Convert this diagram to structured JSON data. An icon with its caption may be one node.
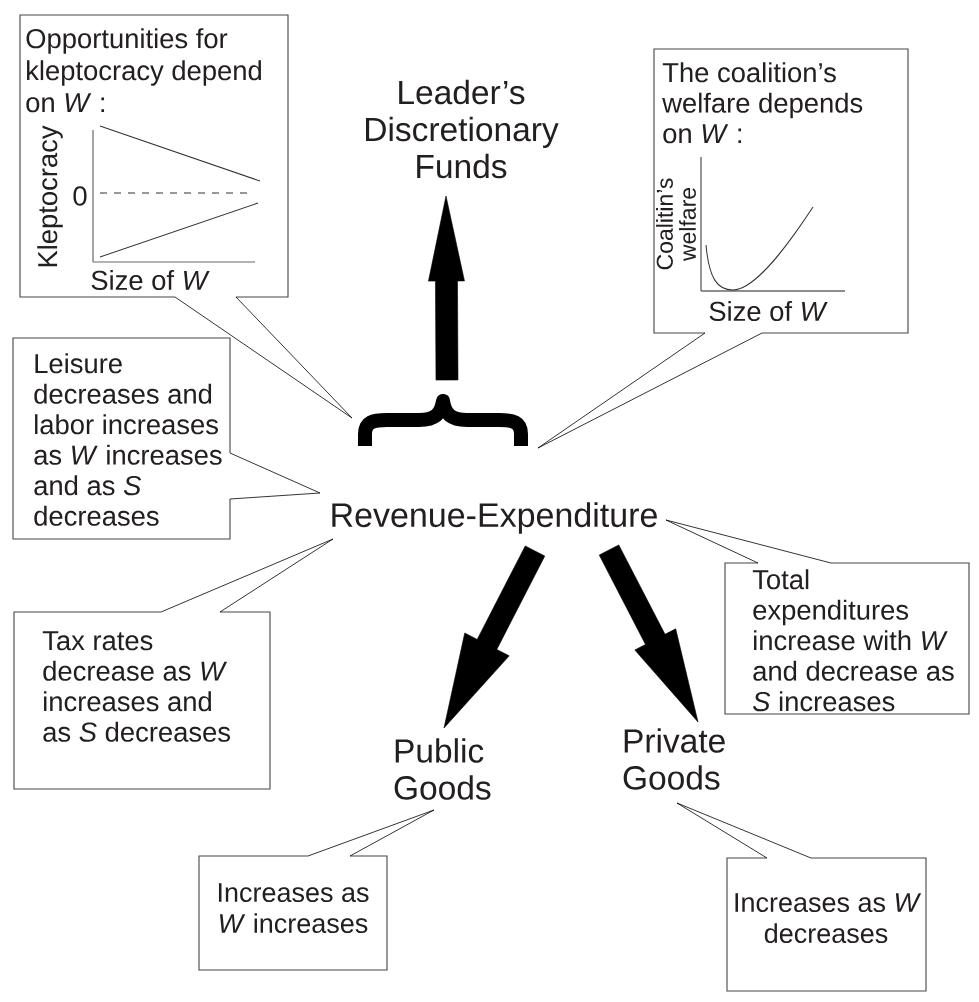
{
  "diagram": {
    "nodes": [
      {
        "text": [
          "Opportunities for kleptocracy depend on *W* :",
          "Kleptocracy",
          "0",
          "Size of *W*"
        ]
      },
      {
        "text": [
          "Leader’s Discretionary Funds"
        ]
      },
      {
        "text": [
          "The coalition’s welfare depends on *W* :",
          "Coalitin’s welfare",
          "Size of *W*"
        ]
      },
      {
        "text": [
          "Leisure decreases and labor increases as *W* increases and as *S* decreases"
        ]
      },
      {
        "text": [],
        "shape": "brace"
      },
      {
        "text": [
          "Revenue-Expenditure"
        ]
      },
      {
        "text": [
          "Tax rates decrease as *W* increases and as *S* decreases"
        ]
      },
      {
        "text": [
          "Total expenditures increase with *W* and decrease as *S* increases"
        ]
      },
      {
        "text": [
          "Public Goods"
        ]
      },
      {
        "text": [
          "Private Goods"
        ]
      },
      {
        "text": [
          "Increases as *W* increases"
        ]
      },
      {
        "text": [
          "Increases as *W* decreases"
        ]
      }
    ],
    "edges": [
      {
        "from": 4,
        "to": 1,
        "arrow": "to",
        "style": "thick"
      },
      {
        "from": 5,
        "to": 8,
        "arrow": "to",
        "style": "thick"
      },
      {
        "from": 5,
        "to": 9,
        "arrow": "to",
        "style": "thick"
      },
      {
        "from": 0,
        "to": 4,
        "arrow": "none"
      },
      {
        "from": 2,
        "to": 4,
        "arrow": "none"
      },
      {
        "from": 3,
        "to": 5,
        "arrow": "none"
      },
      {
        "from": 6,
        "to": 5,
        "arrow": "none"
      },
      {
        "from": 7,
        "to": 5,
        "arrow": "none"
      },
      {
        "from": 10,
        "to": 8,
        "arrow": "none"
      },
      {
        "from": 11,
        "to": 9,
        "arrow": "none"
      }
    ]
  }
}
